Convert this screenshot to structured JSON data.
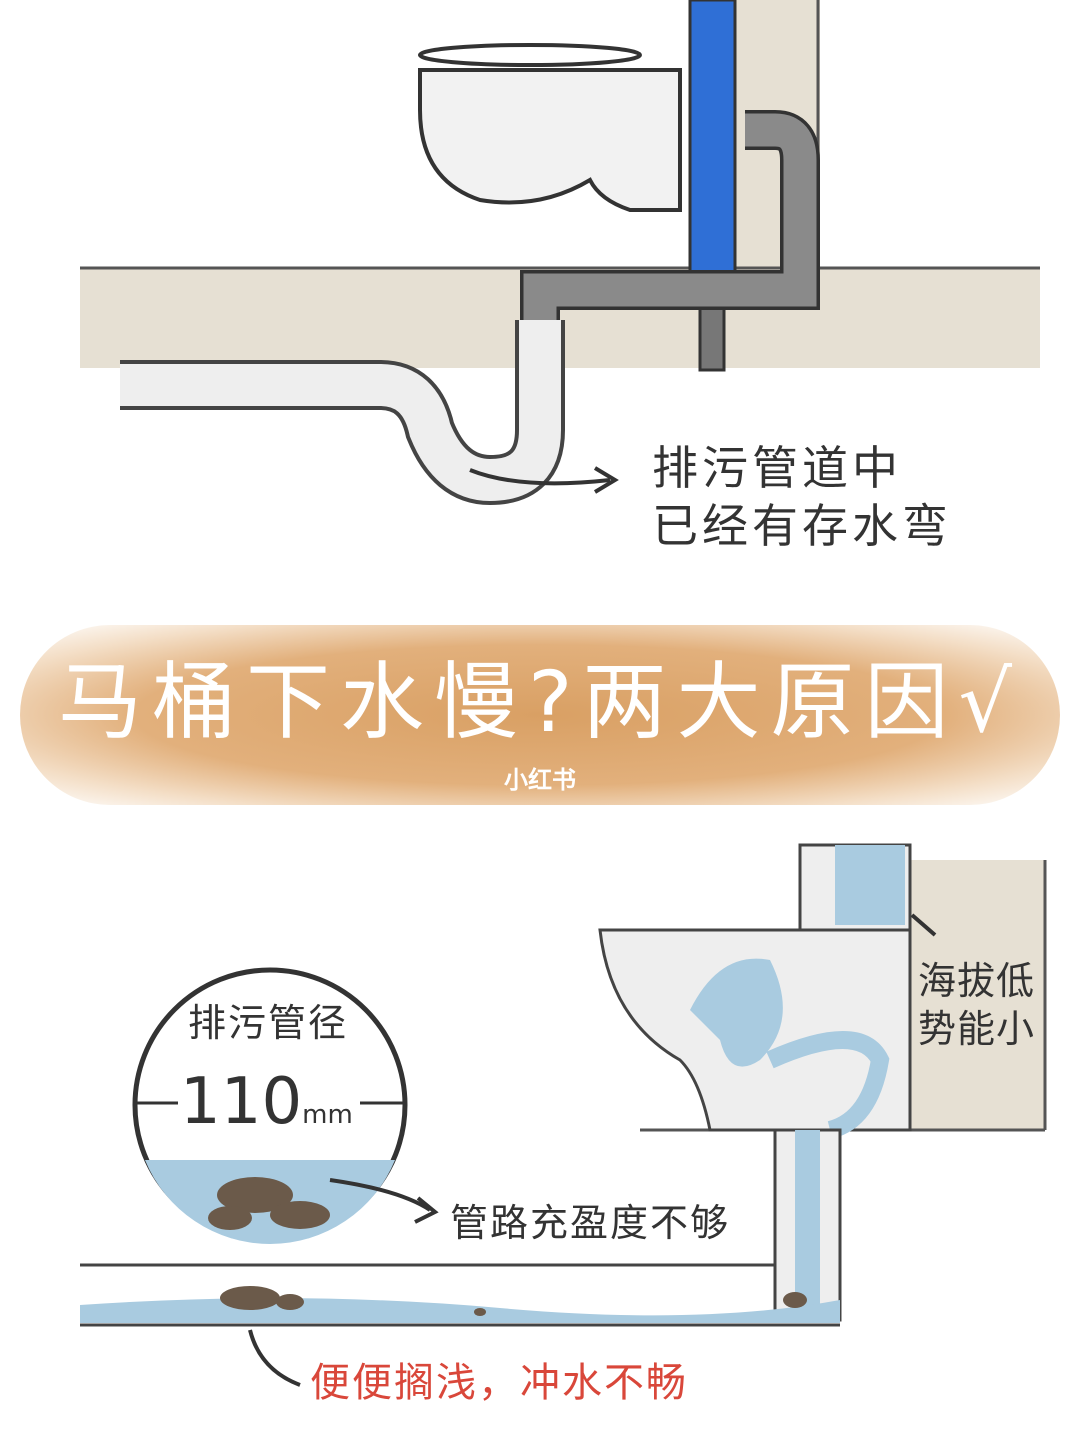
{
  "top_panel": {
    "caption_line1": "排污管道中",
    "caption_line2": "已经有存水弯"
  },
  "banner": {
    "title": "马桶下水慢?两大原因√",
    "watermark": "小红书"
  },
  "bottom_panel": {
    "circle_title": "排污管径",
    "diameter_value": "110",
    "diameter_unit": "mm",
    "fill_caption": "管路充盈度不够",
    "height_caption_line1": "海拔低",
    "height_caption_line2": "势能小",
    "stranded_caption": "便便搁浅，冲水不畅"
  },
  "colors": {
    "wall": "#e6e0d3",
    "blue_pipe": "#2f6fd6",
    "water": "#a9cbe0",
    "banner": "#d9a064",
    "red_text": "#d9473a"
  }
}
